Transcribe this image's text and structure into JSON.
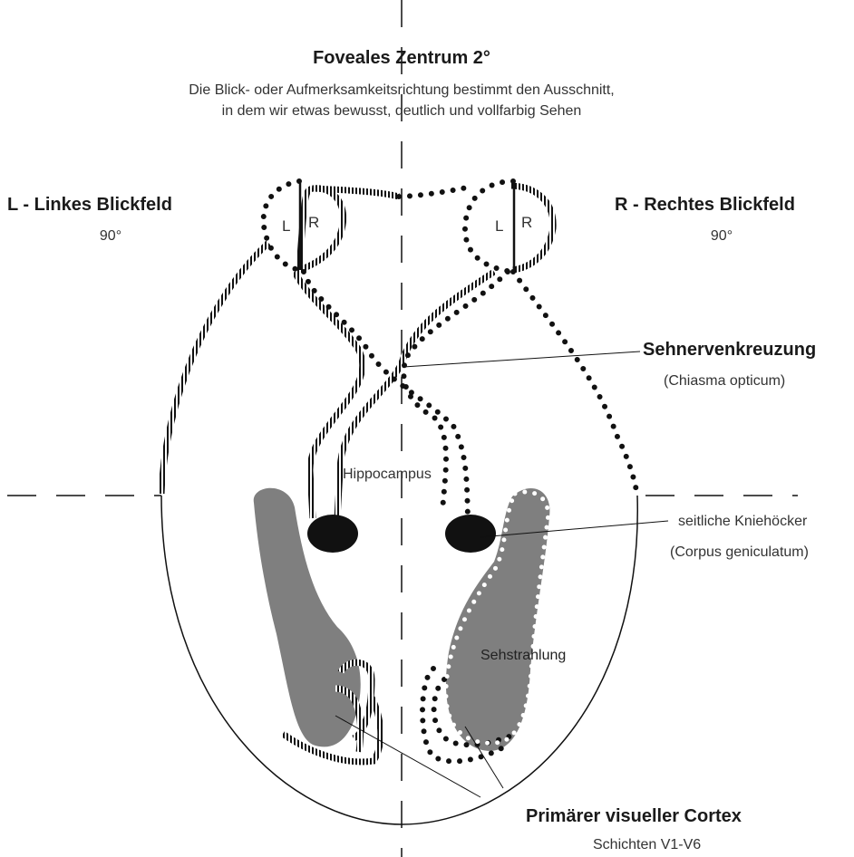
{
  "fovea": {
    "title": "Foveales Zentrum 2°",
    "description_line1": "Die Blick- oder Aufmerksamkeitsrichtung bestimmt den Ausschnitt,",
    "description_line2": "in dem wir etwas bewusst, deutlich und vollfarbig Sehen"
  },
  "left_field": {
    "title": "L - Linkes Blickfeld",
    "angle": "90°"
  },
  "right_field": {
    "title": "R - Rechtes Blickfeld",
    "angle": "90°"
  },
  "eye_labels": {
    "left": "L",
    "right": "R"
  },
  "chiasma": {
    "title": "Sehnervenkreuzung",
    "latin": "(Chiasma opticum)"
  },
  "hippocampus": {
    "label": "Hippocampus"
  },
  "geniculate": {
    "title": "seitliche Kniehöcker",
    "latin": "(Corpus geniculatum)"
  },
  "radiation": {
    "label": "Sehstrahlung"
  },
  "cortex": {
    "title": "Primärer visueller Cortex",
    "layers": "Schichten V1-V6"
  },
  "colors": {
    "outline": "#111111",
    "cortex_fill": "#7f7f7f",
    "nucleus_fill": "#111111",
    "dot_color": "#111111",
    "inner_dot_color": "#ffffff"
  }
}
